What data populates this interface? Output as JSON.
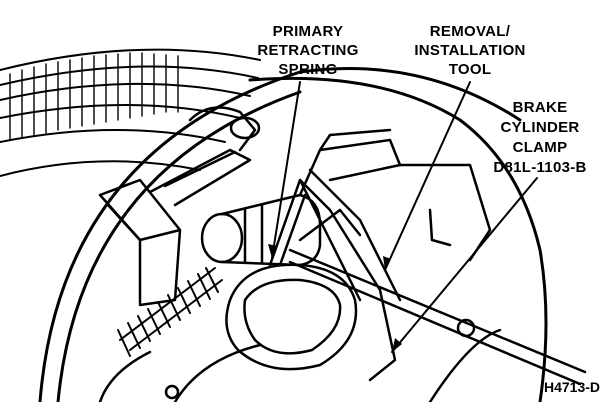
{
  "callouts": {
    "primary_spring": {
      "lines": [
        "PRIMARY",
        "RETRACTING",
        "SPRING"
      ]
    },
    "removal_tool": {
      "lines": [
        "REMOVAL/",
        "INSTALLATION",
        "TOOL"
      ]
    },
    "cylinder_clamp": {
      "lines": [
        "BRAKE",
        "CYLINDER",
        "CLAMP",
        "D81L-1103-B"
      ]
    }
  },
  "figure_code": "H4713-D",
  "colors": {
    "ink": "#000000",
    "paper": "#ffffff"
  }
}
